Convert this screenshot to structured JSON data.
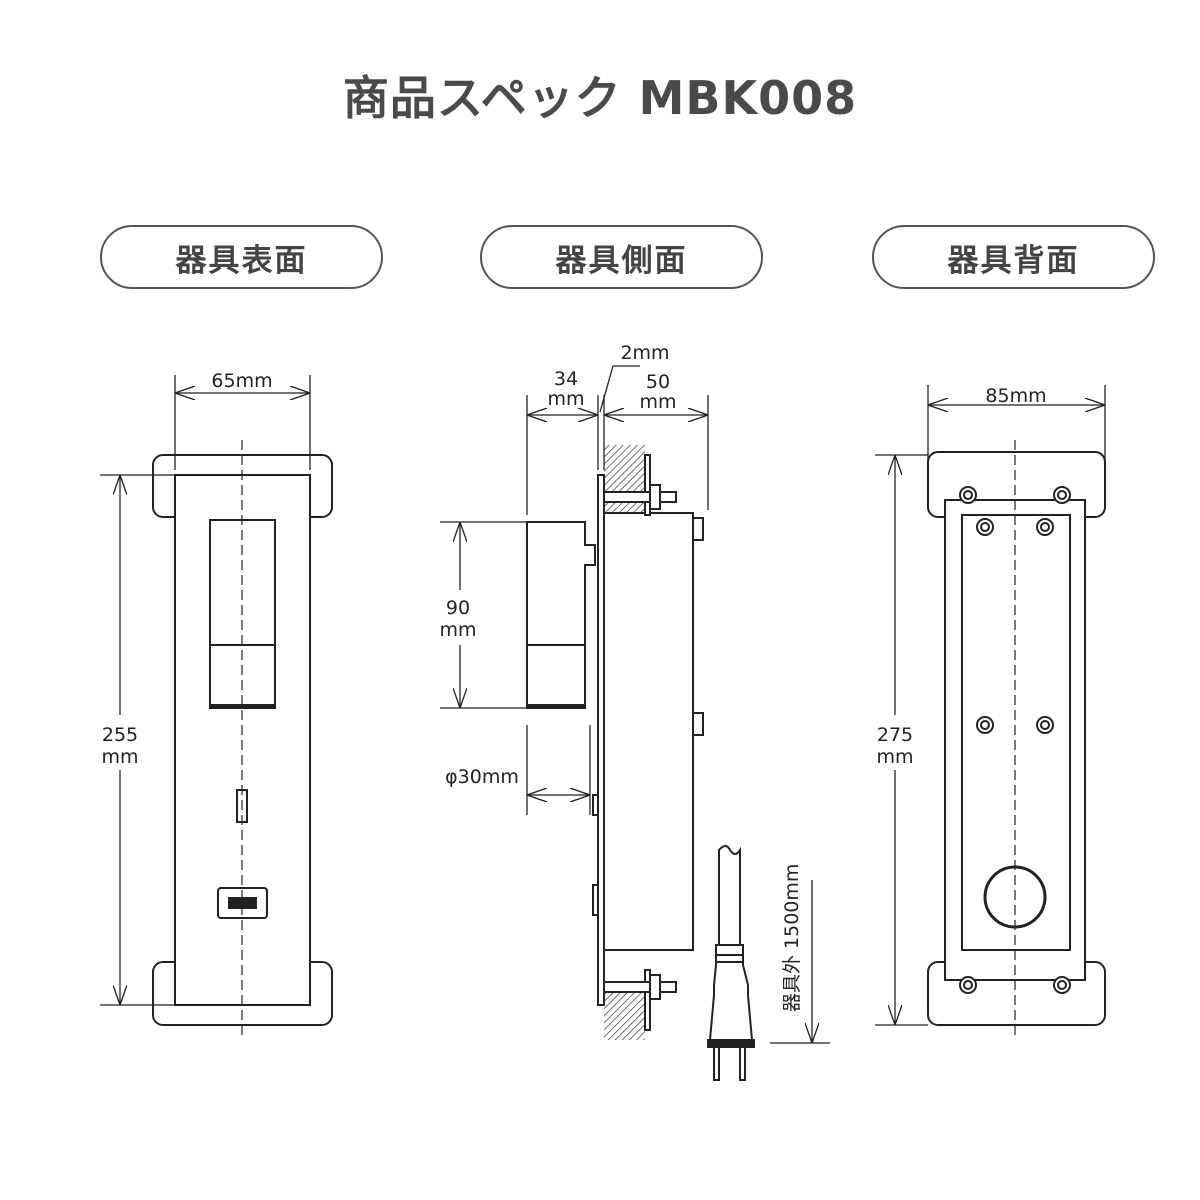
{
  "title": "商品スペック MBK008",
  "views": [
    {
      "label": "器具表面",
      "width_dim": "65mm",
      "height_dim": [
        "255",
        "mm"
      ]
    },
    {
      "label": "器具側面",
      "thickness_dim": "2mm",
      "front_depth_dim": [
        "34",
        "mm"
      ],
      "back_depth_dim": [
        "50",
        "mm"
      ],
      "sensor_height_dim": [
        "90",
        "mm"
      ],
      "sensor_diameter_dim": "φ30mm",
      "cord_length": "器具外 1500mm"
    },
    {
      "label": "器具背面",
      "width_dim": "85mm",
      "height_dim": [
        "275",
        "mm"
      ]
    }
  ]
}
